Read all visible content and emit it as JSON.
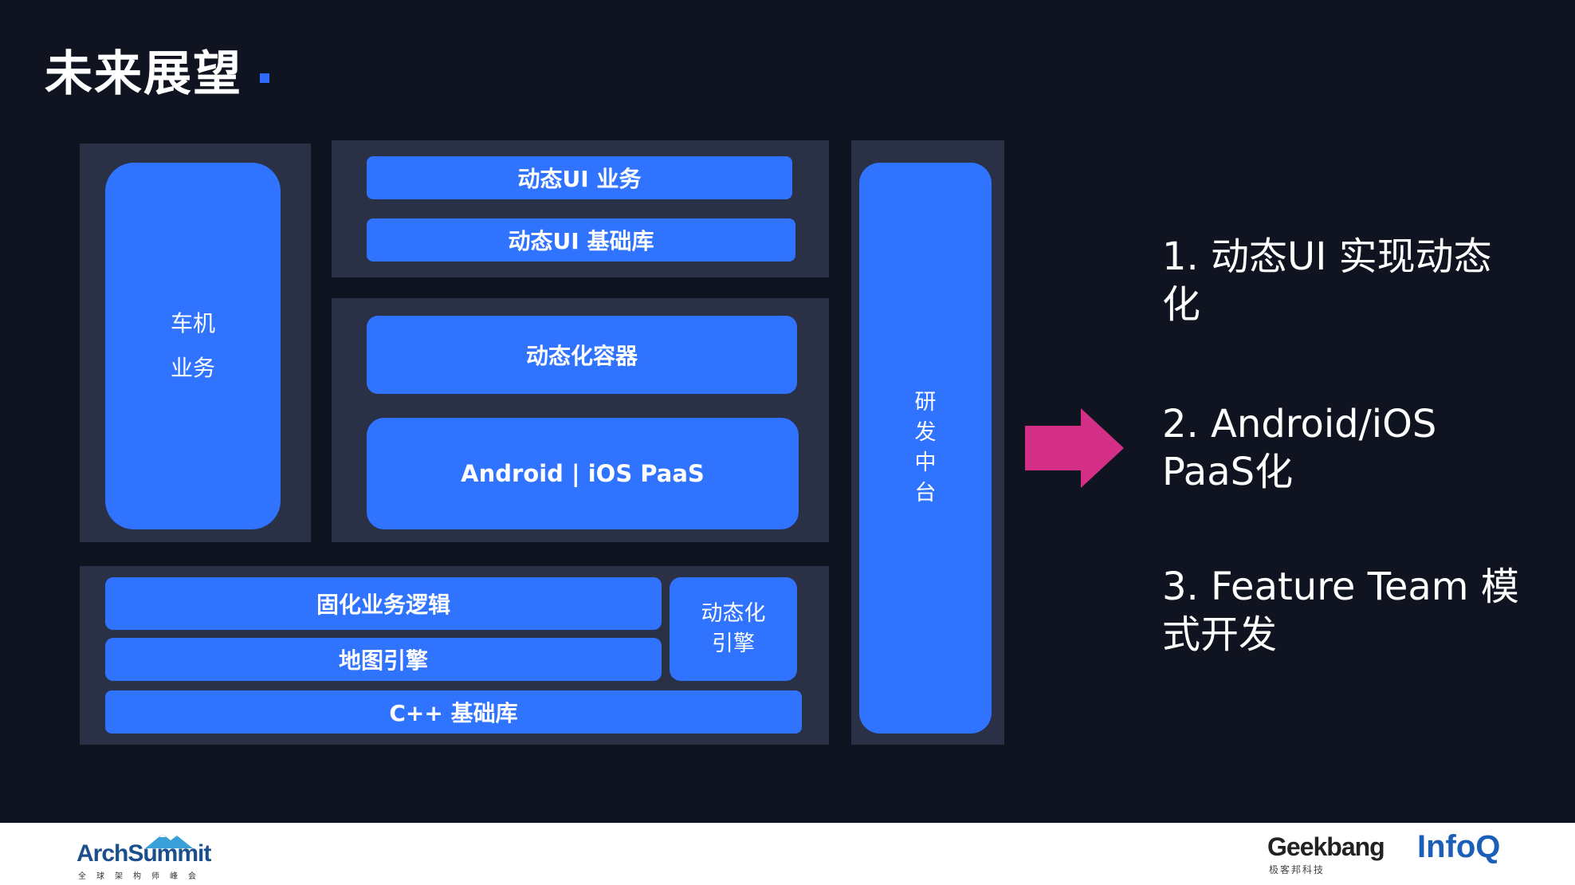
{
  "slide": {
    "title": "未来展望"
  },
  "diagram": {
    "car_business": [
      "车机",
      "业务"
    ],
    "dynamic_ui_business": "动态UI 业务",
    "dynamic_ui_base": "动态UI 基础库",
    "dynamic_container": "动态化容器",
    "android_ios_paas": "Android | iOS PaaS",
    "fixed_logic": "固化业务逻辑",
    "map_engine": "地图引擎",
    "dynamic_engine": [
      "动态化",
      "引擎"
    ],
    "cpp_base": "C++ 基础库",
    "rd_platform": [
      "研",
      "发",
      "中",
      "台"
    ]
  },
  "list": {
    "item1": [
      "1. 动态UI 实现动态",
      "化"
    ],
    "item2": [
      "2. Android/iOS",
      "PaaS化"
    ],
    "item3": [
      "3. Feature Team 模",
      "式开发"
    ]
  },
  "footer": {
    "archsummit": "ArchSummit",
    "archsummit_sub": "全球架构师峰会",
    "geekbang": "Geekbang",
    "geekbang_sub": "极客邦科技",
    "infoq": "InfoQ"
  },
  "colors": {
    "background": "#101320",
    "panel": "#2a3146",
    "block": "#2f73ff",
    "arrow": "#d42f86"
  }
}
